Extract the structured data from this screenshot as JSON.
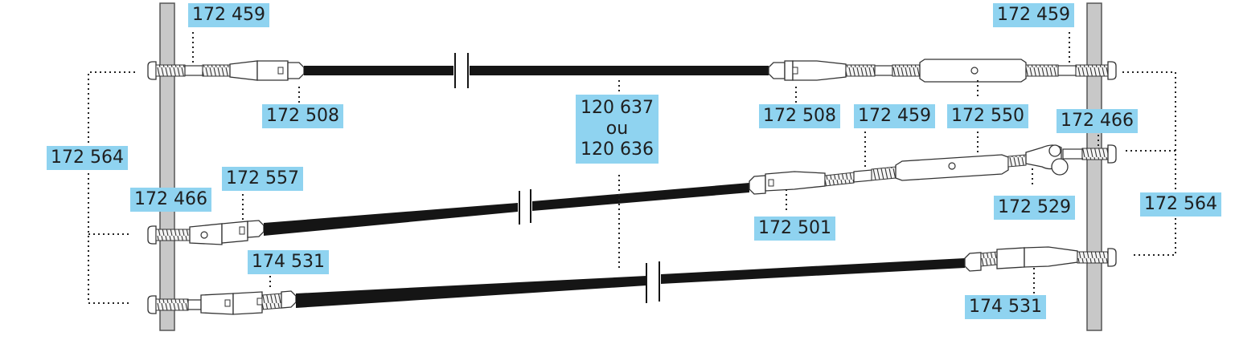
{
  "labels": {
    "top_left_terminal": "172 459",
    "top_right_terminal": "172 459",
    "top_left_fitting": "172 508",
    "wire_line1": "120 637",
    "wire_line2": "ou",
    "wire_line3": "120 636",
    "top_right_fitting": "172 508",
    "top_mid_terminal": "172 459",
    "top_turnbuckle": "172 550",
    "right_mid_terminal": "172 466",
    "left_bracket": "172 564",
    "right_bracket": "172 564",
    "left_mid_terminal": "172 466",
    "left_mid_fitting": "172 557",
    "mid_fitting": "172 501",
    "right_jaw": "172 529",
    "bottom_left_fitting": "174 531",
    "bottom_right_fitting": "174 531"
  },
  "colors": {
    "label_bg": "#8fd3f0",
    "post": "#c8c8c8",
    "cable": "#151515",
    "outline": "#333333"
  }
}
